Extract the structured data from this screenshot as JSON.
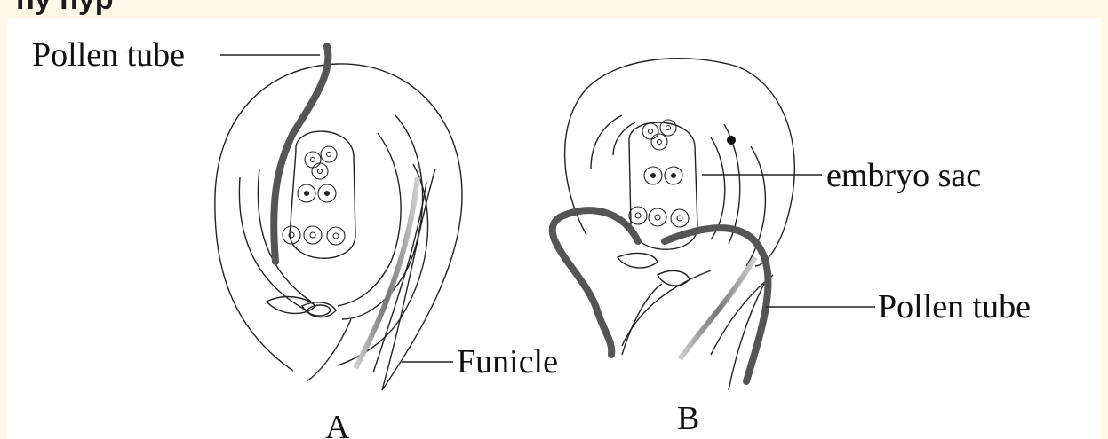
{
  "header": {
    "clipped_text": "hy hyp"
  },
  "labels": {
    "pollen_tube_a": "Pollen tube",
    "funicle": "Funicle",
    "embryo_sac": "embryo sac",
    "pollen_tube_b": "Pollen tube",
    "figure_a": "A",
    "figure_b": "B"
  }
}
